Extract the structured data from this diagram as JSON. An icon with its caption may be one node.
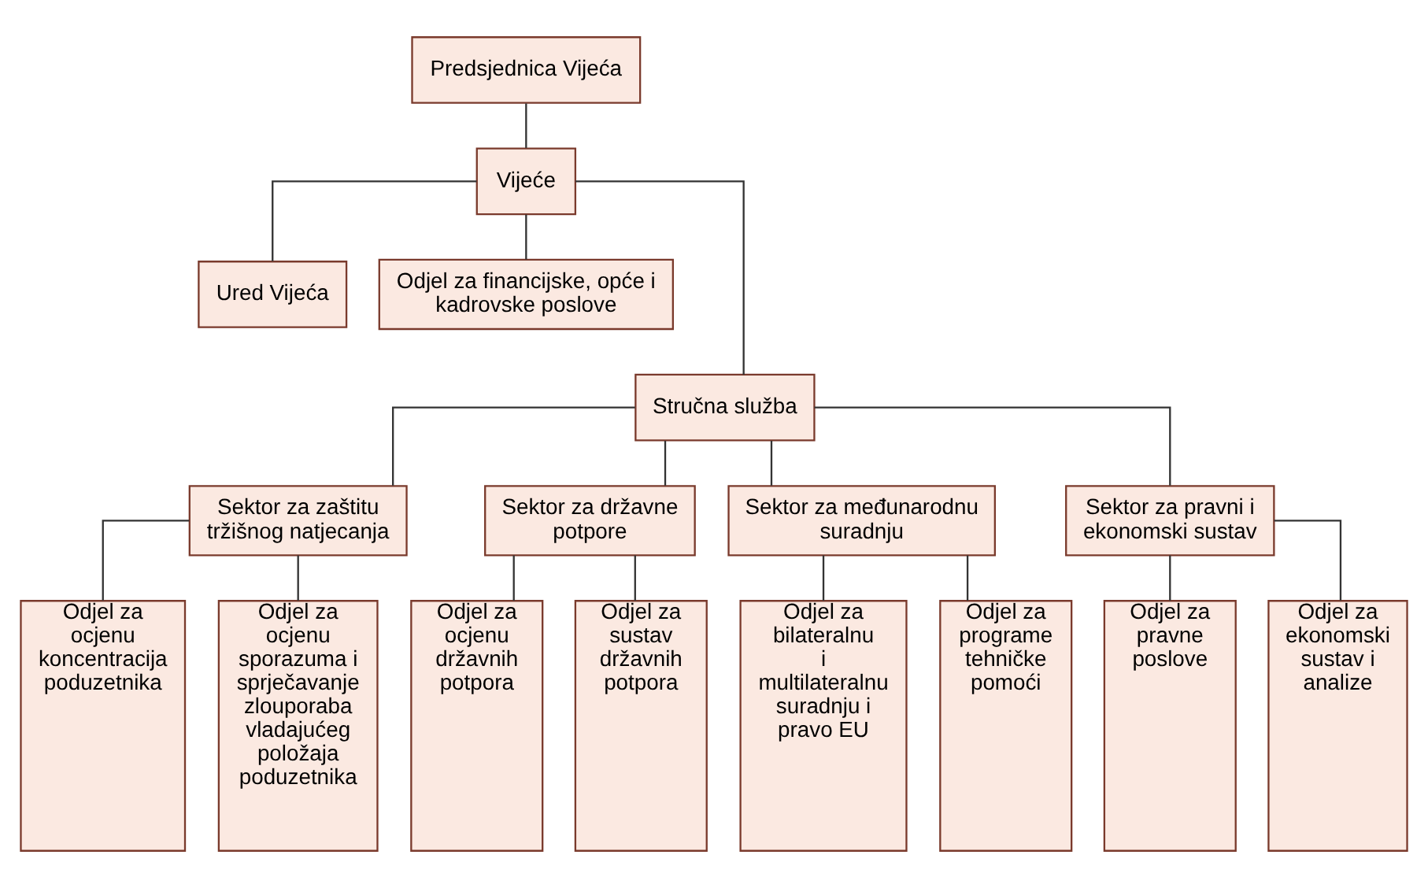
{
  "diagram": {
    "nodes": [
      {
        "text": [
          "Predsjednica Vijeća"
        ]
      },
      {
        "text": [
          "Vijeće"
        ]
      },
      {
        "text": [
          "Ured Vijeća"
        ]
      },
      {
        "text": [
          "Odjel za financijske, opće i kadrovske poslove"
        ]
      },
      {
        "text": [
          "Stručna služba"
        ]
      },
      {
        "text": [
          "Sektor za zaštitu tržišnog natjecanja"
        ]
      },
      {
        "text": [
          "Sektor za državne potpore"
        ]
      },
      {
        "text": [
          "Sektor za međunarodnu suradnju"
        ]
      },
      {
        "text": [
          "Sektor za pravni i ekonomski sustav"
        ]
      },
      {
        "text": [
          "Odjel za ocjenu koncentracija poduzetnika"
        ]
      },
      {
        "text": [
          "Odjel za ocjenu sporazuma i sprječavanje zlouporaba vladajućeg položaja poduzetnika"
        ]
      },
      {
        "text": [
          "Odjel za ocjenu državnih potpora"
        ]
      },
      {
        "text": [
          "Odjel za sustav državnih potpora"
        ]
      },
      {
        "text": [
          "Odjel za bilateralnu i multilateralnu suradnju i pravo EU"
        ]
      },
      {
        "text": [
          "Odjel za programe tehničke pomoći"
        ]
      },
      {
        "text": [
          "Odjel za pravne poslove"
        ]
      },
      {
        "text": [
          "Odjel za ekonomski sustav i analize"
        ]
      }
    ],
    "edges": [
      {
        "from": 0,
        "to": 1,
        "arrow": "none"
      },
      {
        "from": 1,
        "to": 2,
        "arrow": "none"
      },
      {
        "from": 1,
        "to": 3,
        "arrow": "none"
      },
      {
        "from": 1,
        "to": 4,
        "arrow": "none"
      },
      {
        "from": 4,
        "to": 5,
        "arrow": "none"
      },
      {
        "from": 4,
        "to": 6,
        "arrow": "none"
      },
      {
        "from": 4,
        "to": 7,
        "arrow": "none"
      },
      {
        "from": 4,
        "to": 8,
        "arrow": "none"
      },
      {
        "from": 5,
        "to": 9,
        "arrow": "none"
      },
      {
        "from": 5,
        "to": 10,
        "arrow": "none"
      },
      {
        "from": 6,
        "to": 11,
        "arrow": "none"
      },
      {
        "from": 6,
        "to": 12,
        "arrow": "none"
      },
      {
        "from": 7,
        "to": 13,
        "arrow": "none"
      },
      {
        "from": 7,
        "to": 14,
        "arrow": "none"
      },
      {
        "from": 8,
        "to": 15,
        "arrow": "none"
      },
      {
        "from": 8,
        "to": 16,
        "arrow": "none"
      }
    ]
  }
}
